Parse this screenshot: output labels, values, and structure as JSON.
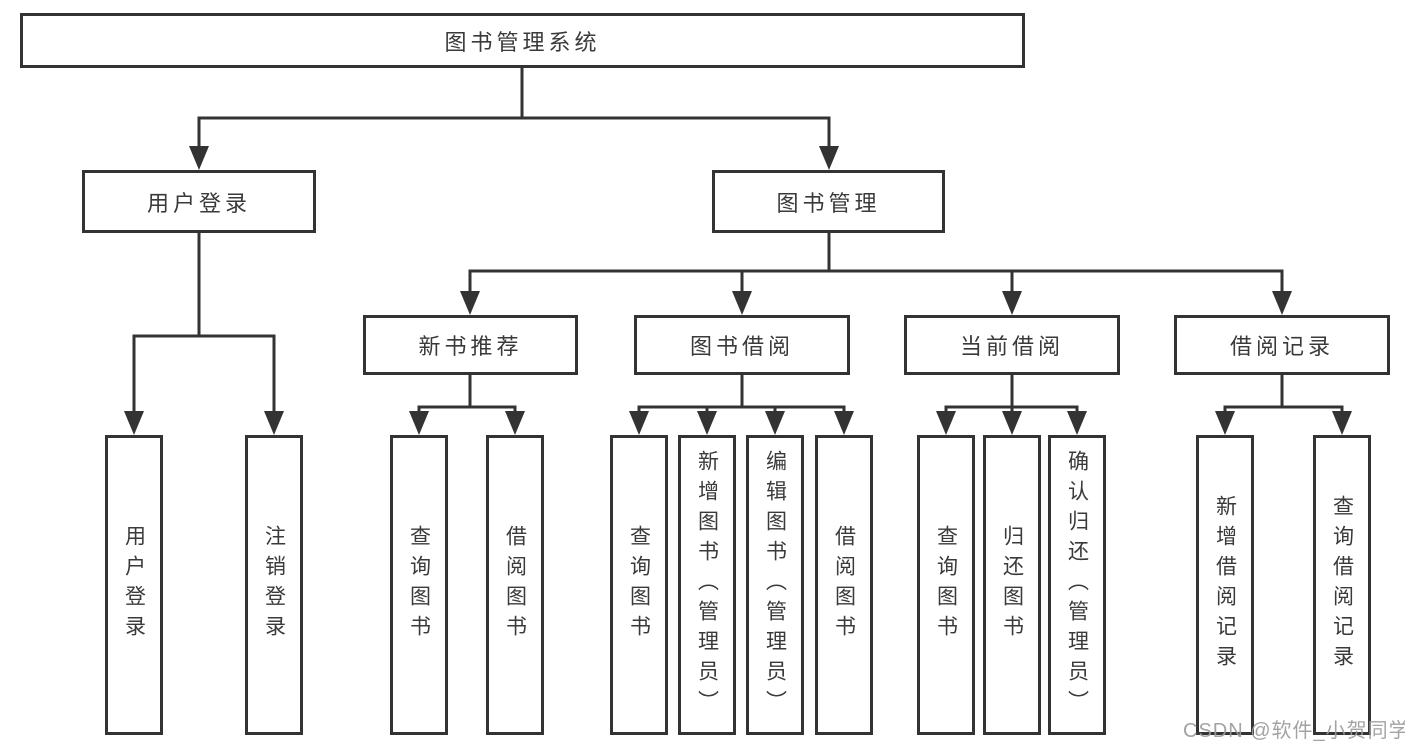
{
  "diagram": {
    "title": "图书管理系统",
    "branches": [
      {
        "label": "用户登录",
        "leaves": [
          "用户登录",
          "注销登录"
        ]
      },
      {
        "label": "图书管理",
        "children": [
          {
            "label": "新书推荐",
            "leaves": [
              "查询图书",
              "借阅图书"
            ]
          },
          {
            "label": "图书借阅",
            "leaves": [
              "查询图书",
              "新增图书（管理员）",
              "编辑图书（管理员）",
              "借阅图书"
            ]
          },
          {
            "label": "当前借阅",
            "leaves": [
              "查询图书",
              "归还图书",
              "确认归还（管理员）"
            ]
          },
          {
            "label": "借阅记录",
            "leaves": [
              "新增借阅记录",
              "查询借阅记录"
            ]
          }
        ]
      }
    ]
  },
  "watermark": "CSDN @软件_小贺同学",
  "colors": {
    "line": "#333333",
    "text": "#3a3a3a",
    "watermark": "#9c9c9c",
    "background": "#ffffff"
  }
}
